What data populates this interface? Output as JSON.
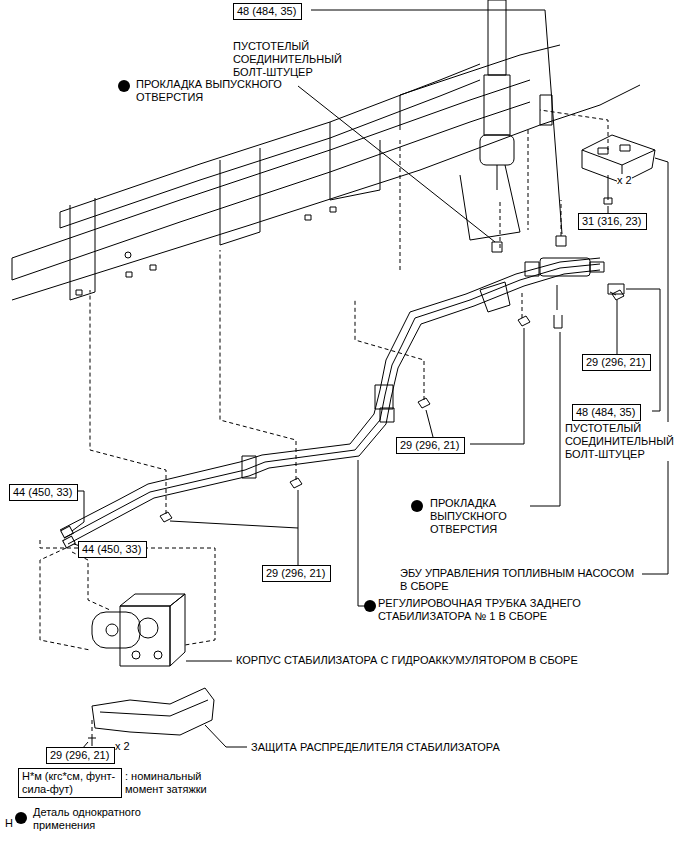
{
  "diagram": {
    "nodes": [
      {
        "text": [
          "48 (484, 35)"
        ]
      },
      {
        "text": [
          "31 (316, 23)"
        ]
      },
      {
        "text": [
          "29 (296, 21)"
        ]
      },
      {
        "text": [
          "48 (484, 35)"
        ]
      },
      {
        "text": [
          "29 (296, 21)"
        ]
      },
      {
        "text": [
          "44 (450, 33)"
        ]
      },
      {
        "text": [
          "44 (450, 33)"
        ]
      },
      {
        "text": [
          "29 (296, 21)"
        ]
      },
      {
        "text": [
          "29 (296, 21)"
        ]
      },
      {
        "text": [
          "Н*м (кгс*см, фунт-сила-фут)"
        ]
      }
    ],
    "labels": [
      "ПУСТОТЕЛЫЙ СОЕДИНИТЕЛЬНЫЙ БОЛТ-ШТУЦЕР",
      "ПРОКЛАДКА ВЫПУСКНОГО ОТВЕРСТИЯ",
      "x 2",
      "ПУСТОТЕЛЫЙ СОЕДИНИТЕЛЬНЫЙ БОЛТ-ШТУЦЕР",
      "ПРОКЛАДКА ВЫПУСКНОГО ОТВЕРСТИЯ",
      "ЭБУ УПРАВЛЕНИЯ ТОПЛИВНЫМ НАСОСОМ В СБОРЕ",
      "РЕГУЛИРОВОЧНАЯ ТРУБКА ЗАДНЕГО СТАБИЛИЗАТОРА № 1 В СБОРЕ",
      "КОРПУС СТАБИЛИЗАТОРА С ГИДРОАККУМУЛЯТОРОМ В СБОРЕ",
      "ЗАЩИТА РАСПРЕДЕЛИТЕЛЯ СТАБИЛИЗАТОРА",
      "x 2",
      "H"
    ],
    "legend": [
      {
        "text": ": номинальный момент затяжки"
      },
      {
        "text": "Деталь однократного применения"
      }
    ]
  }
}
